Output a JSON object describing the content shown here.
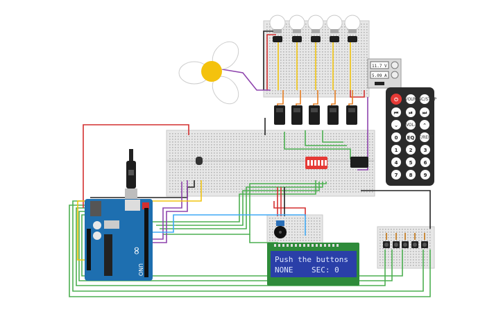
{
  "lcd": {
    "line1": "Push the buttons",
    "line2": "NONE    SEC: 0"
  },
  "power_supply": {
    "voltage": "11.7 V",
    "current": "5.09 A"
  },
  "arduino": {
    "brand": "UNO",
    "logo_text": "∞"
  },
  "remote": {
    "top_keys": [
      "POWER",
      "VOL+",
      "FUNC/STOP"
    ],
    "transport_keys": [
      "⏮",
      "⏯",
      "⏭"
    ],
    "nav_keys": [
      "⌄",
      "VOL-",
      "⌃"
    ],
    "eq_row": [
      "0",
      "EQ",
      "ST/REPT"
    ],
    "digits": [
      "1",
      "2",
      "3",
      "4",
      "5",
      "6",
      "7",
      "8",
      "9"
    ]
  },
  "colors": {
    "wire_green": "#4caf50",
    "wire_red": "#d32f2f",
    "wire_purple": "#8e44ad",
    "wire_orange": "#e67e22",
    "wire_yellow": "#f1c40f",
    "wire_blue": "#3fa9f5",
    "wire_black": "#222222",
    "board_blue": "#1e6fb0",
    "lcd_bg": "#2a3fa8",
    "remote_body": "#2b2b2b"
  }
}
